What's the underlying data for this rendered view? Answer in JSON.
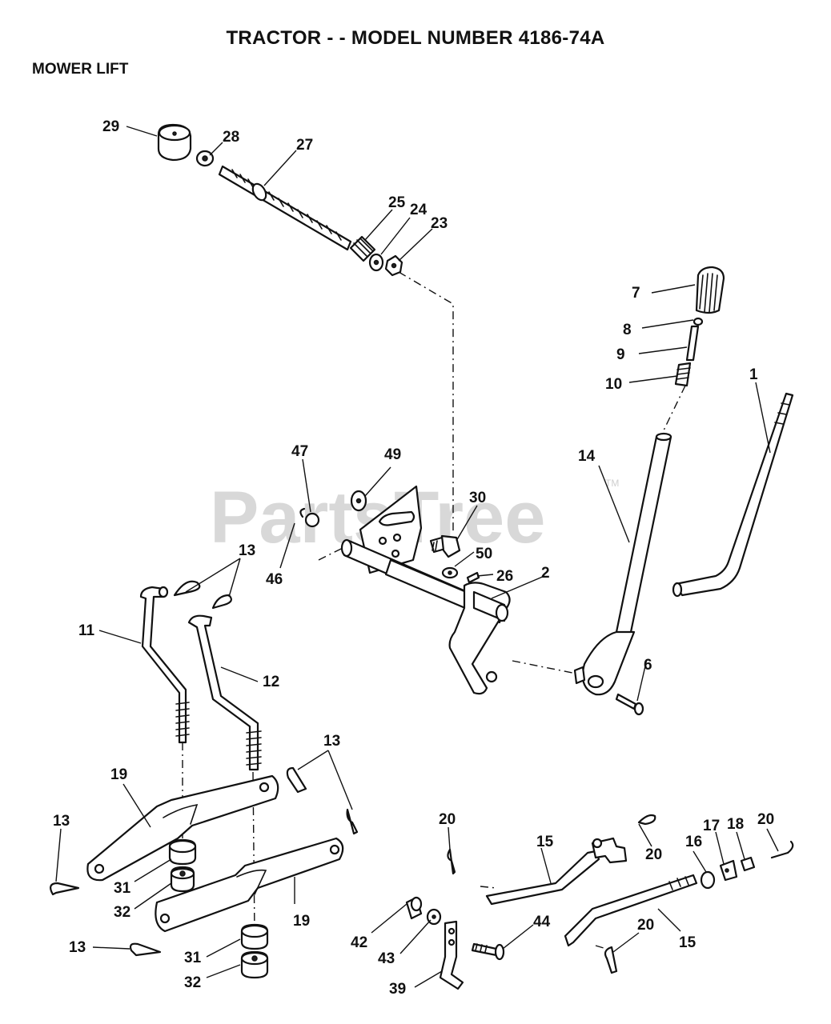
{
  "header": {
    "title": "TRACTOR - - MODEL NUMBER 4186-74A",
    "section": "MOWER LIFT"
  },
  "watermark": {
    "text": "PartsTree",
    "tm": "TM"
  },
  "callouts": [
    {
      "id": "c29",
      "label": "29"
    },
    {
      "id": "c28",
      "label": "28"
    },
    {
      "id": "c27",
      "label": "27"
    },
    {
      "id": "c25",
      "label": "25"
    },
    {
      "id": "c24",
      "label": "24"
    },
    {
      "id": "c23",
      "label": "23"
    },
    {
      "id": "c7",
      "label": "7"
    },
    {
      "id": "c8",
      "label": "8"
    },
    {
      "id": "c9",
      "label": "9"
    },
    {
      "id": "c10",
      "label": "10"
    },
    {
      "id": "c1",
      "label": "1"
    },
    {
      "id": "c14",
      "label": "14"
    },
    {
      "id": "c47",
      "label": "47"
    },
    {
      "id": "c49",
      "label": "49"
    },
    {
      "id": "c30",
      "label": "30"
    },
    {
      "id": "c50",
      "label": "50"
    },
    {
      "id": "c26",
      "label": "26"
    },
    {
      "id": "c2",
      "label": "2"
    },
    {
      "id": "c46",
      "label": "46"
    },
    {
      "id": "c13a",
      "label": "13"
    },
    {
      "id": "c11",
      "label": "11"
    },
    {
      "id": "c12",
      "label": "12"
    },
    {
      "id": "c6",
      "label": "6"
    },
    {
      "id": "c13b",
      "label": "13"
    },
    {
      "id": "c19a",
      "label": "19"
    },
    {
      "id": "c13c",
      "label": "13"
    },
    {
      "id": "c31a",
      "label": "31"
    },
    {
      "id": "c32a",
      "label": "32"
    },
    {
      "id": "c19b",
      "label": "19"
    },
    {
      "id": "c13d",
      "label": "13"
    },
    {
      "id": "c31b",
      "label": "31"
    },
    {
      "id": "c32b",
      "label": "32"
    },
    {
      "id": "c20a",
      "label": "20"
    },
    {
      "id": "c15a",
      "label": "15"
    },
    {
      "id": "c20b",
      "label": "20"
    },
    {
      "id": "c16",
      "label": "16"
    },
    {
      "id": "c17",
      "label": "17"
    },
    {
      "id": "c18",
      "label": "18"
    },
    {
      "id": "c20c",
      "label": "20"
    },
    {
      "id": "c42",
      "label": "42"
    },
    {
      "id": "c43",
      "label": "43"
    },
    {
      "id": "c44",
      "label": "44"
    },
    {
      "id": "c15b",
      "label": "15"
    },
    {
      "id": "c20d",
      "label": "20"
    },
    {
      "id": "c39",
      "label": "39"
    }
  ]
}
